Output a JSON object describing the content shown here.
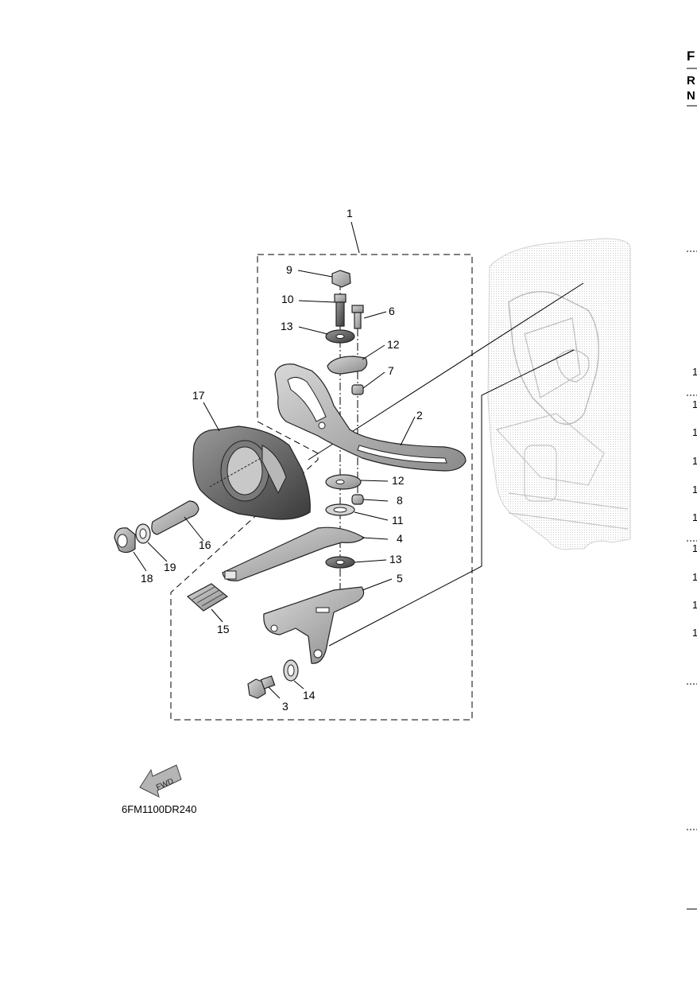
{
  "drawing_code": "6FM1100DR240",
  "fwd_label": "FWD",
  "edge_letters": [
    "F",
    "R",
    "N"
  ],
  "callouts": {
    "c1": "1",
    "c2": "2",
    "c3": "3",
    "c4": "4",
    "c5": "5",
    "c6": "6",
    "c7": "7",
    "c8": "8",
    "c9": "9",
    "c10": "10",
    "c11": "11",
    "c12a": "12",
    "c12b": "12",
    "c13a": "13",
    "c13b": "13",
    "c14": "14",
    "c15": "15",
    "c16": "16",
    "c17": "17",
    "c18": "18",
    "c19": "19"
  },
  "right_edge_numbers": [
    "1",
    "1",
    "1",
    "1",
    "1",
    "1",
    "1",
    "1",
    "1",
    "1"
  ]
}
